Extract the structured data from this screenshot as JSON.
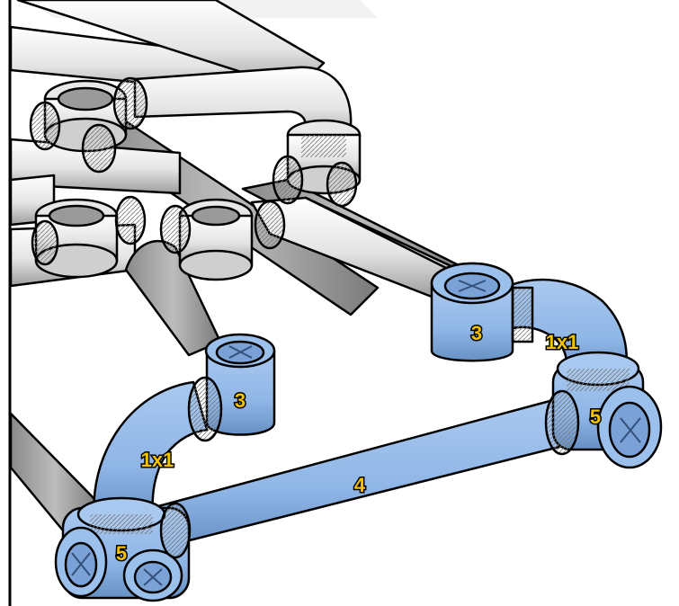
{
  "colors": {
    "highlight_part": "#8fb6e6",
    "highlight_part_dark": "#5f89bf",
    "existing_pipe": "#f0f0f0",
    "existing_pipe_shade": "#b5b5b5",
    "outline": "#000000",
    "label_fill": "#f2c200"
  },
  "labels": {
    "tee_back_right": "3",
    "elbow_right": "1x1",
    "cross_right": "5",
    "tee_front_left": "3",
    "elbow_left": "1x1",
    "long_pipe": "4",
    "cross_left": "5"
  }
}
